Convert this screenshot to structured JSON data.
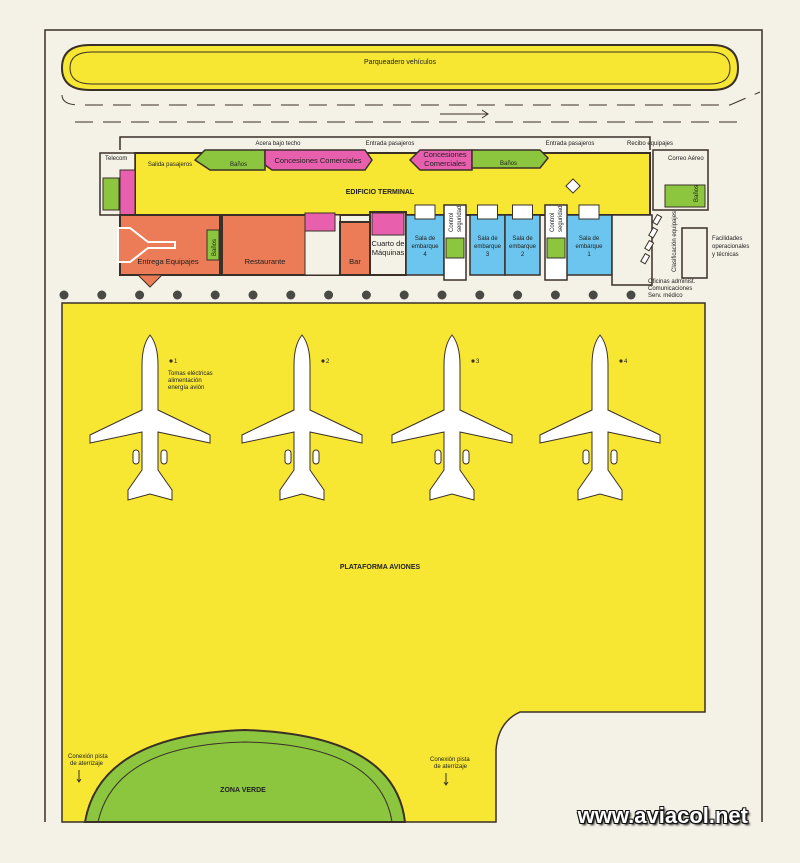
{
  "colors": {
    "yellow": "#f7e733",
    "pink": "#e85fae",
    "green": "#8cc63f",
    "orange": "#ec7c58",
    "blue": "#6cc5ee",
    "line": "#3a3028",
    "background": "#f4f1e6"
  },
  "top": {
    "parking": "Parqueadero vehículos",
    "covered_sidewalk": "Acera bajo techo",
    "passenger_entry_1": "Entrada pasajeros",
    "passenger_entry_2": "Entrada pasajeros",
    "passenger_exit": "Salida pasajeros",
    "baggage_receipt": "Recibo equipajes"
  },
  "terminal": {
    "title": "EDIFICIO TERMINAL",
    "telecom": "Telecom",
    "banos_1": "Baños",
    "banos_2": "Baños",
    "banos_3": "Baños",
    "banos_4": "Baños",
    "concesiones_1": "Concesiones Comerciales",
    "concesiones_2a": "Concesiones",
    "concesiones_2b": "Comerciales",
    "correo": "Correo Aéreo",
    "entrega": "Entrega Equipajes",
    "restaurante": "Restaurante",
    "bar": "Bar",
    "maquinas_a": "Cuarto de",
    "maquinas_b": "Máquinas",
    "control": [
      "Control",
      "seguridad"
    ],
    "gates": [
      {
        "a": "Sala de",
        "b": "embarque",
        "n": "4"
      },
      {
        "a": "Sala de",
        "b": "embarque",
        "n": "3"
      },
      {
        "a": "Sala de",
        "b": "embarque",
        "n": "2"
      },
      {
        "a": "Sala de",
        "b": "embarque",
        "n": "1"
      }
    ],
    "clasificacion": "Clasificación equipajes",
    "facilidades": [
      "Facilidades",
      "operacionales",
      "y técnicas"
    ],
    "oficinas": [
      "Oficinas administ.",
      "Comunicaciones",
      "Serv. médico"
    ]
  },
  "apron": {
    "title": "PLATAFORMA AVIONES",
    "stands": [
      "1",
      "2",
      "3",
      "4"
    ],
    "power_note": [
      "Tomas eléctricas",
      "alimentación",
      "energía avión"
    ],
    "runway_link_left": [
      "Conexión pista",
      "de aterrizaje"
    ],
    "runway_link_right": [
      "Conexión pista",
      "de aterrizaje"
    ],
    "green_zone": "ZONA VERDE"
  },
  "watermark": "www.aviacol.net"
}
